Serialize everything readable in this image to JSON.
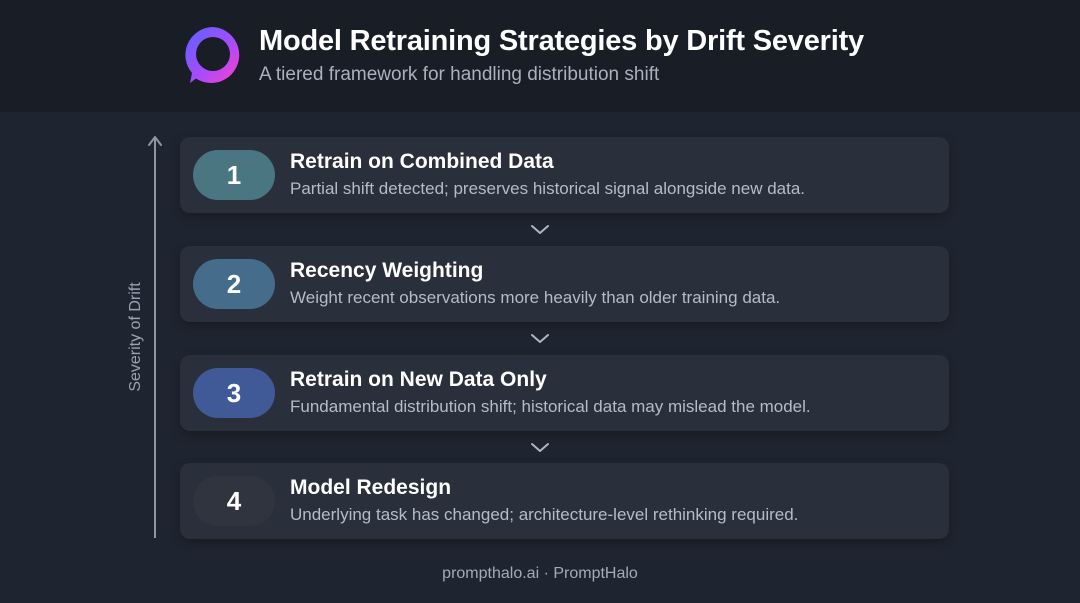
{
  "header": {
    "title": "Model Retraining Strategies by Drift Severity",
    "subtitle": "A tiered framework for handling distribution shift"
  },
  "axis": {
    "label": "Severity of Drift"
  },
  "steps": [
    {
      "number": "1",
      "title": "Retrain on Combined Data",
      "description": "Partial shift detected; preserves historical signal alongside new data.",
      "badge_color": "#4a7682"
    },
    {
      "number": "2",
      "title": "Recency Weighting",
      "description": "Weight recent observations more heavily than older training data.",
      "badge_color": "#456c8a"
    },
    {
      "number": "3",
      "title": "Retrain on New Data Only",
      "description": "Fundamental distribution shift; historical data may mislead the model.",
      "badge_color": "#3f5a96"
    },
    {
      "number": "4",
      "title": "Model Redesign",
      "description": "Underlying task has changed; architecture-level rethinking required.",
      "badge_color": "#2f343f"
    }
  ],
  "footer": {
    "text": "prompthalo.ai · PromptHalo"
  },
  "colors": {
    "background": "#1f2530",
    "header_background": "#181d26",
    "card_background": "#2a303b",
    "logo_gradient": [
      "#6a5cff",
      "#ff3fd0"
    ]
  },
  "icons": {
    "logo": "chat-bubble-ring-logo",
    "axis_arrow": "arrow-up-icon",
    "step_connector": "chevron-down-icon"
  }
}
